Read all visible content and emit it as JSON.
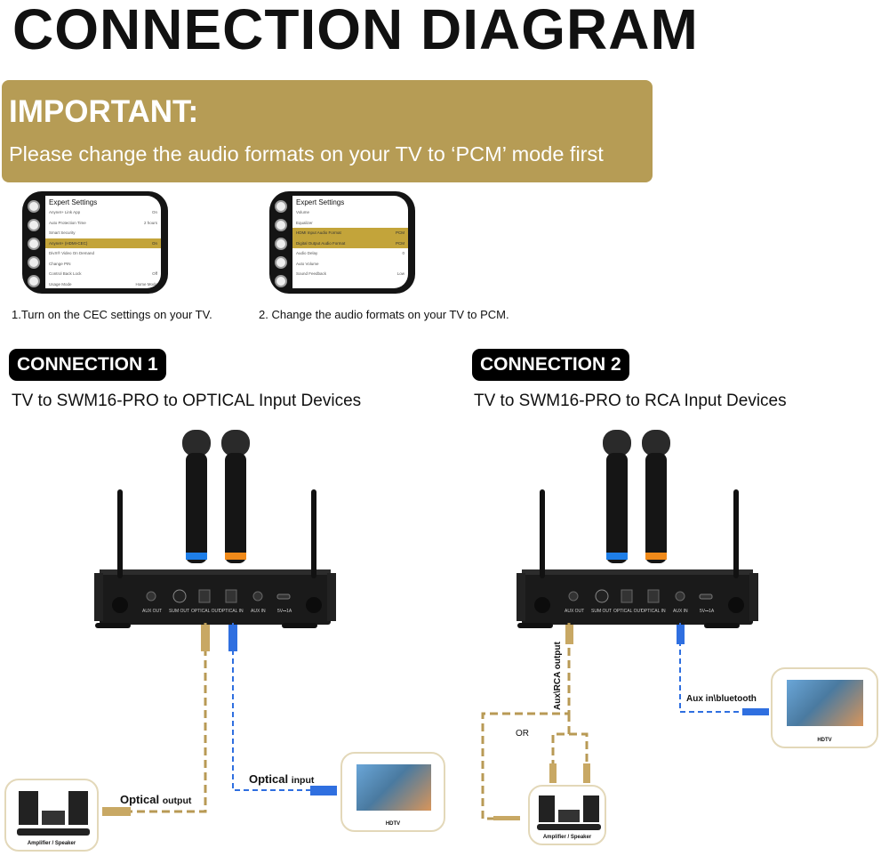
{
  "title": "CONNECTION DIAGRAM",
  "banner": {
    "heading": "IMPORTANT:",
    "text": "Please change the audio formats on your TV to ‘PCM’ mode first",
    "color": "#b69c55"
  },
  "screens": [
    {
      "heading": "Expert Settings",
      "caption": "1.Turn on the CEC settings on your TV.",
      "rows": [
        {
          "label": "Anynet+ Link App",
          "value": "On"
        },
        {
          "label": "Auto Protection Time",
          "value": "2 hours"
        },
        {
          "label": "Smart Security",
          "value": ""
        },
        {
          "label": "Anynet+ (HDMI-CEC)",
          "value": "On",
          "highlight": true
        },
        {
          "label": "DivX® Video On Demand",
          "value": ""
        },
        {
          "label": "Change PIN",
          "value": ""
        },
        {
          "label": "Control Back Lock",
          "value": "Off"
        },
        {
          "label": "Usage Mode",
          "value": "Home Mode"
        }
      ]
    },
    {
      "heading": "Expert Settings",
      "caption": "2. Change the audio formats on your TV to PCM.",
      "rows": [
        {
          "label": "Volume",
          "value": ""
        },
        {
          "label": "Equalizer",
          "value": ""
        },
        {
          "label": "HDMI Input Audio Format",
          "value": "PCM",
          "highlight": true
        },
        {
          "label": "Digital Output Audio Format",
          "value": "PCM",
          "highlight": true
        },
        {
          "label": "Audio Delay",
          "value": "0"
        },
        {
          "label": "Auto Volume",
          "value": ""
        },
        {
          "label": "Sound Feedback",
          "value": "Low"
        }
      ]
    }
  ],
  "connection1": {
    "badge": "CONNECTION 1",
    "subtitle": "TV to SWM16-PRO to OPTICAL Input Devices",
    "output_label": "Optical",
    "output_suffix": "output",
    "input_label": "Optical",
    "input_suffix": "input",
    "amp_label": "Amplifier / Speaker",
    "tv_label": "HDTV"
  },
  "connection2": {
    "badge": "CONNECTION 2",
    "subtitle": "TV to SWM16-PRO to RCA Input Devices",
    "output_label": "Aux\\RCA output",
    "or_label": "OR",
    "input_label": "Aux in\\bluetooth",
    "amp_label": "Amplifier / Speaker",
    "tv_label": "HDTV"
  },
  "receiver_ports": [
    "AUX OUT",
    "SUM OUT",
    "OPTICAL OUT",
    "OPTICAL IN",
    "AUX IN",
    "5V⎓1A"
  ],
  "colors": {
    "gold_cable": "#b89a55",
    "blue_cable": "#2f6fe0",
    "mic_ring_blue": "#1e7ee8",
    "mic_ring_orange": "#f08a1a"
  }
}
